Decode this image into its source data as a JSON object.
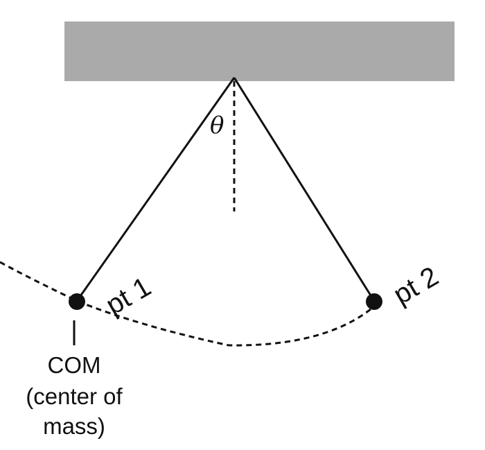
{
  "labels": {
    "angle": "θ",
    "point1": "pt 1",
    "point2": "pt 2",
    "com": {
      "line1": "COM",
      "line2": "(center of",
      "line3": "mass)"
    }
  },
  "colors": {
    "ceiling": "#aaaaaa",
    "ink": "#111111",
    "background": "#ffffff"
  }
}
